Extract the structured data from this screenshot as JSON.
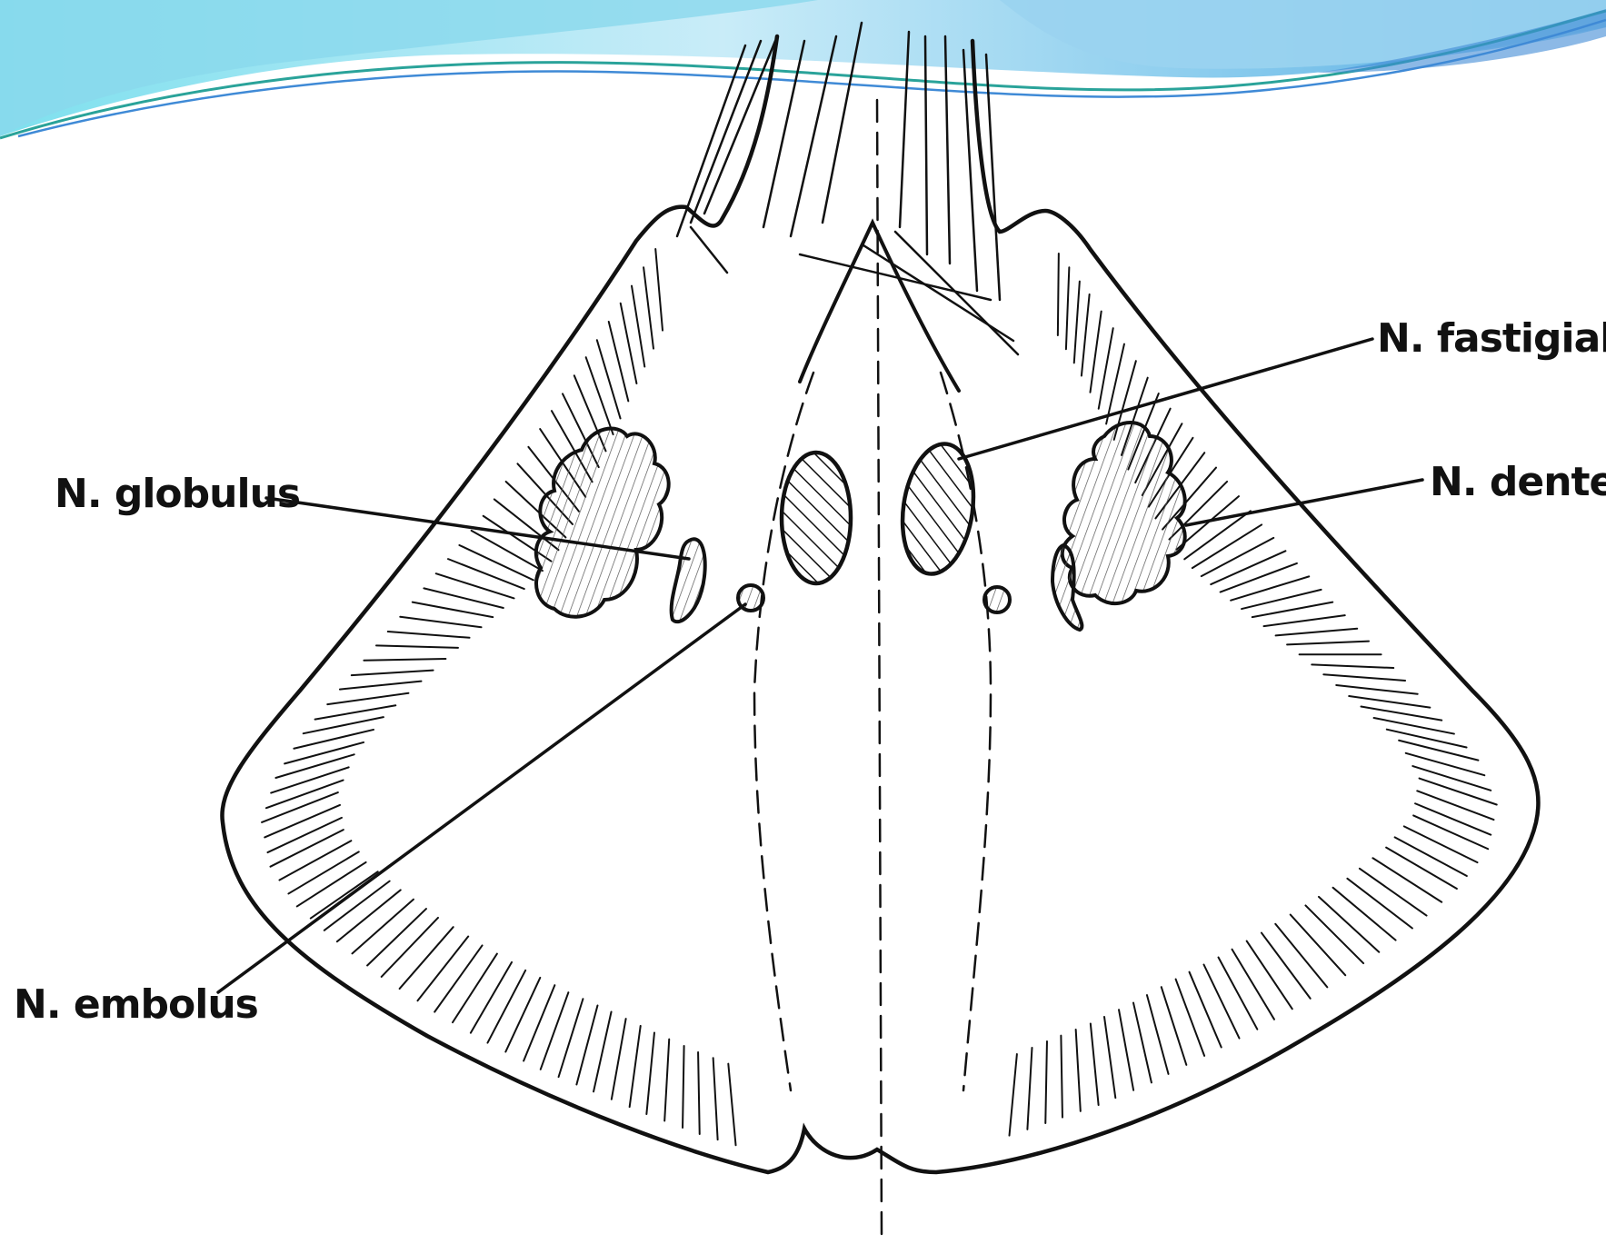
{
  "slide": {
    "header_colors": {
      "light": "#e8f6fc",
      "sky": "#8ccdee",
      "cyan": "#7ee0ee",
      "accent_blue": "#3f8ad6",
      "accent_teal": "#2aa39a"
    }
  },
  "diagram": {
    "ink_color": "#111111",
    "labels": {
      "globulus": "N. globulus",
      "embolus": "N. embolus",
      "fastigial": "N. fastigial",
      "dentele": "N. dentelé"
    }
  }
}
